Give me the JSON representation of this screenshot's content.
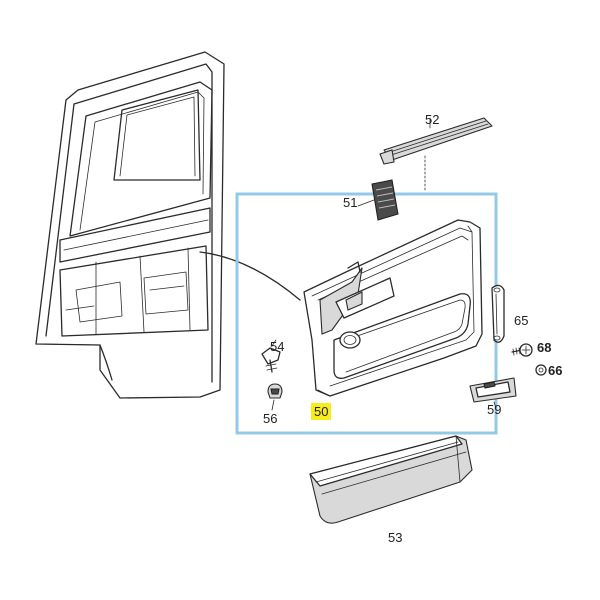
{
  "colors": {
    "highlight_box": "#93c9e6",
    "highlight_label_bg": "#f7ec1c"
  },
  "labels": {
    "part_52": "52",
    "part_51": "51",
    "part_54": "54",
    "part_65": "65",
    "part_68": "68",
    "part_66": "66",
    "part_56": "56",
    "part_59": "59",
    "part_50": "50",
    "part_53": "53"
  }
}
